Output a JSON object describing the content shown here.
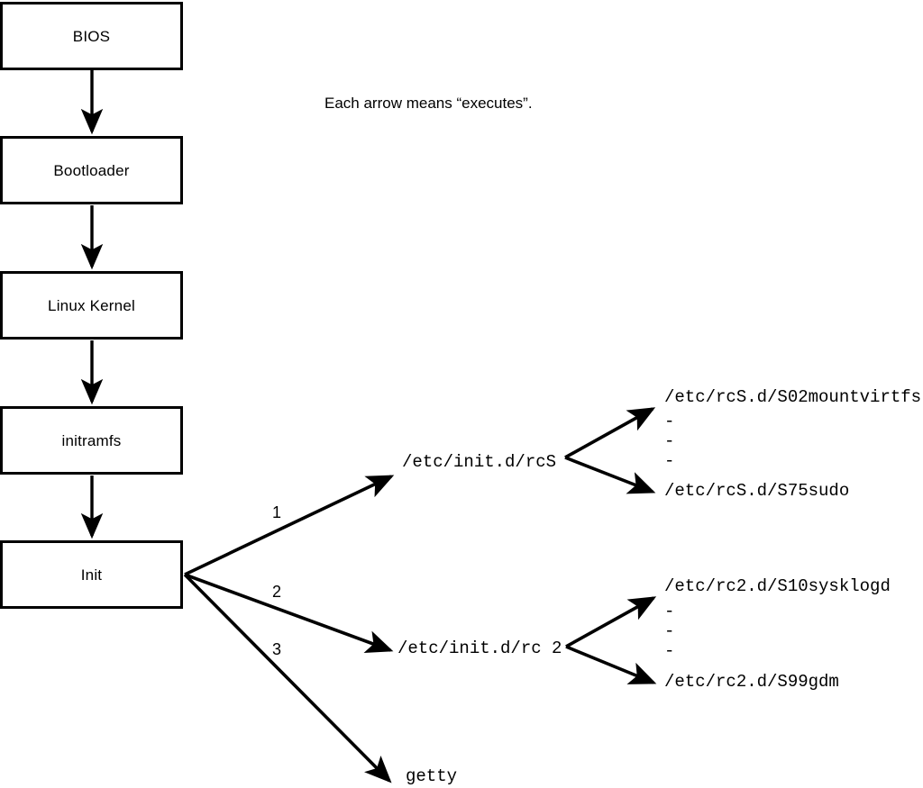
{
  "diagram": {
    "caption": "Each arrow means “executes”.",
    "boot_chain": [
      {
        "label": "BIOS"
      },
      {
        "label": "Bootloader"
      },
      {
        "label": "Linux Kernel"
      },
      {
        "label": "initramfs"
      },
      {
        "label": "Init"
      }
    ],
    "init_branches": [
      {
        "number": "1",
        "target": "/etc/init.d/rcS"
      },
      {
        "number": "2",
        "target": "/etc/init.d/rc 2"
      },
      {
        "number": "3",
        "target": "getty"
      }
    ],
    "rcs_scripts": {
      "first": "/etc/rcS.d/S02mountvirtfs",
      "ellipsis": [
        "-",
        "-",
        "-"
      ],
      "last": "/etc/rcS.d/S75sudo"
    },
    "rc2_scripts": {
      "first": "/etc/rc2.d/S10sysklogd",
      "ellipsis": [
        "-",
        "-",
        "-"
      ],
      "last": "/etc/rc2.d/S99gdm"
    },
    "colors": {
      "stroke": "#000000",
      "background": "#ffffff",
      "text": "#000000"
    }
  }
}
